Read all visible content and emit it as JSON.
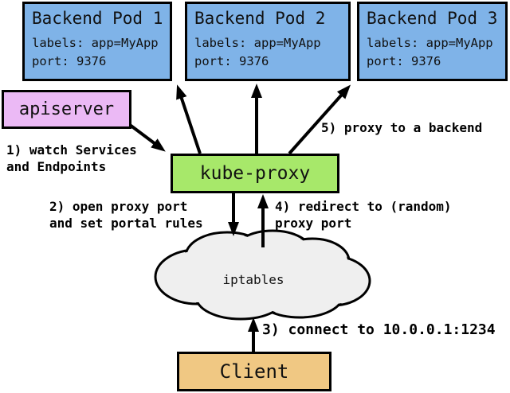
{
  "nodes": {
    "pod1": {
      "title": "Backend Pod 1",
      "labels_line": "labels: app=MyApp",
      "port_line": "port: 9376"
    },
    "pod2": {
      "title": "Backend Pod 2",
      "labels_line": "labels: app=MyApp",
      "port_line": "port: 9376"
    },
    "pod3": {
      "title": "Backend Pod 3",
      "labels_line": "labels: app=MyApp",
      "port_line": "port: 9376"
    },
    "apiserver": {
      "label": "apiserver"
    },
    "kube_proxy": {
      "label": "kube-proxy"
    },
    "iptables": {
      "label": "iptables"
    },
    "client": {
      "label": "Client"
    }
  },
  "annotations": {
    "step1": {
      "line1": "1) watch Services",
      "line2": "and Endpoints"
    },
    "step2": {
      "line1": "2) open proxy port",
      "line2": "and set portal rules"
    },
    "step3": {
      "line1": "3) connect to 10.0.0.1:1234"
    },
    "step4": {
      "line1": "4) redirect to (random)",
      "line2": "proxy port"
    },
    "step5": {
      "line1": "5) proxy to a backend"
    }
  },
  "colors": {
    "pod_fill": "#7FB3E8",
    "apiserver_fill": "#EBB9F5",
    "kube_proxy_fill": "#A7E86A",
    "client_fill": "#F0C883",
    "cloud_fill": "#EFEFEF",
    "border": "#000000"
  }
}
